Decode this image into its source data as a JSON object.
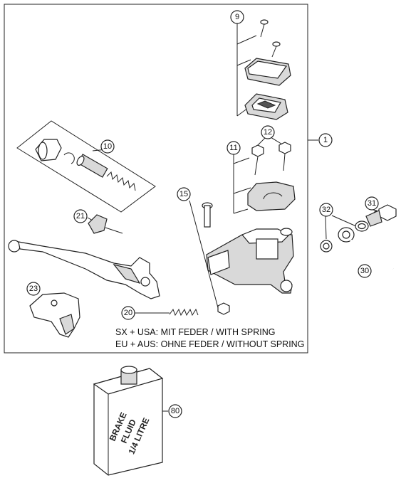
{
  "callouts": {
    "c1": "1",
    "c9": "9",
    "c10": "10",
    "c11": "11",
    "c12": "12",
    "c15": "15",
    "c20": "20",
    "c21": "21",
    "c23": "23",
    "c30": "30",
    "c31": "31",
    "c32": "32",
    "c80": "80"
  },
  "notes": {
    "sx_usa": "SX + USA:  MIT FEDER / WITH SPRING",
    "eu_aus": "EU + AUS:  OHNE FEDER / WITHOUT SPRING"
  },
  "can_label": {
    "line1": "BRAKE",
    "line2": "FLUID",
    "line3": "1/4 LITRE"
  }
}
